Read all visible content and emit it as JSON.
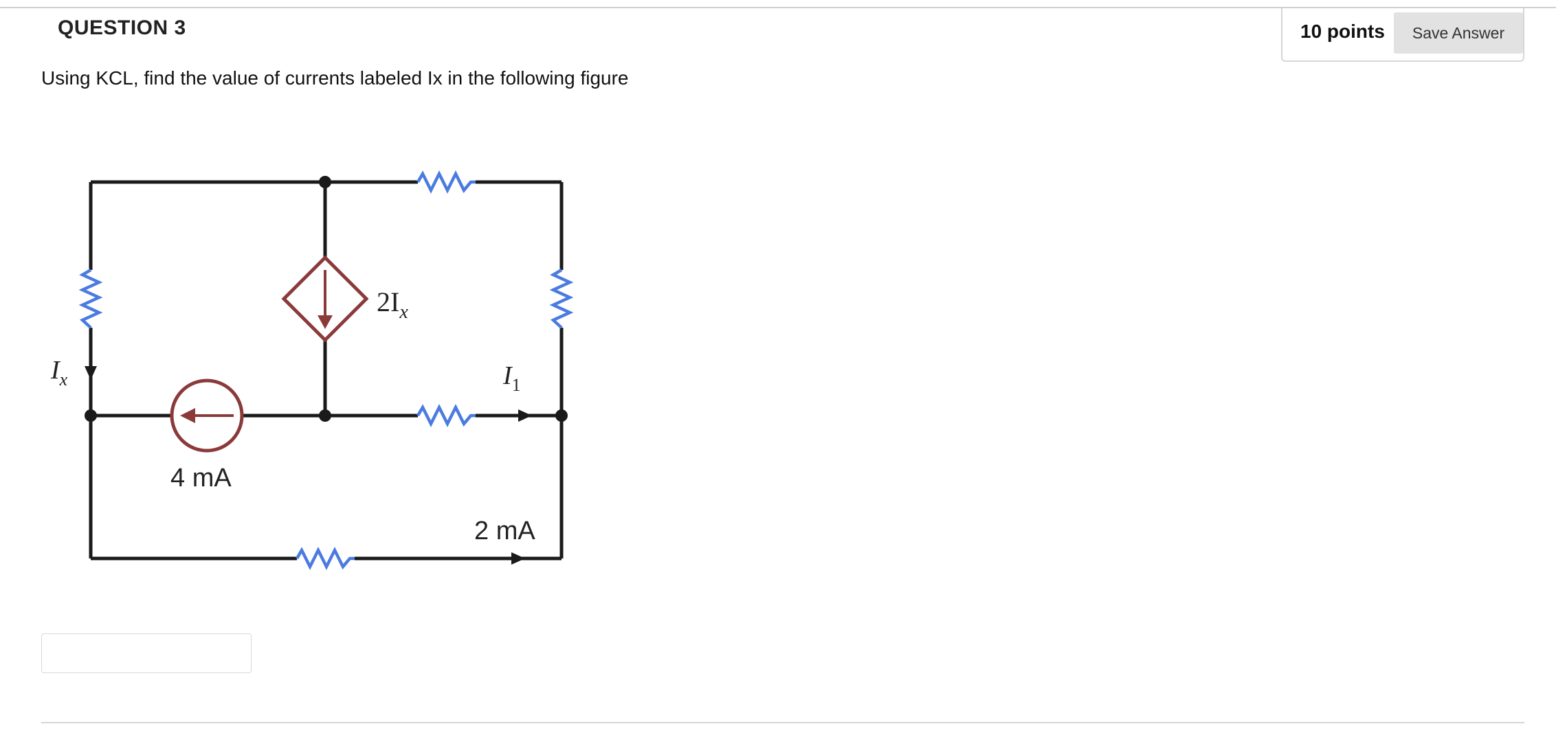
{
  "question": {
    "title": "QUESTION 3",
    "points": "10 points",
    "save_label": "Save Answer",
    "text": "Using KCL, find the value of currents labeled Ix in the following figure"
  },
  "figure": {
    "dependent_source_label": "2I",
    "dependent_source_subscript": "x",
    "ix_label": "I",
    "ix_subscript": "x",
    "i1_label": "I",
    "i1_subscript": "1",
    "source_4ma": "4 mA",
    "source_2ma": "2 mA",
    "colors": {
      "wire": "#1a1a1a",
      "resistor": "#4a7be0",
      "source": "#8b3a3a"
    }
  },
  "answer": {
    "value": "",
    "placeholder": ""
  }
}
